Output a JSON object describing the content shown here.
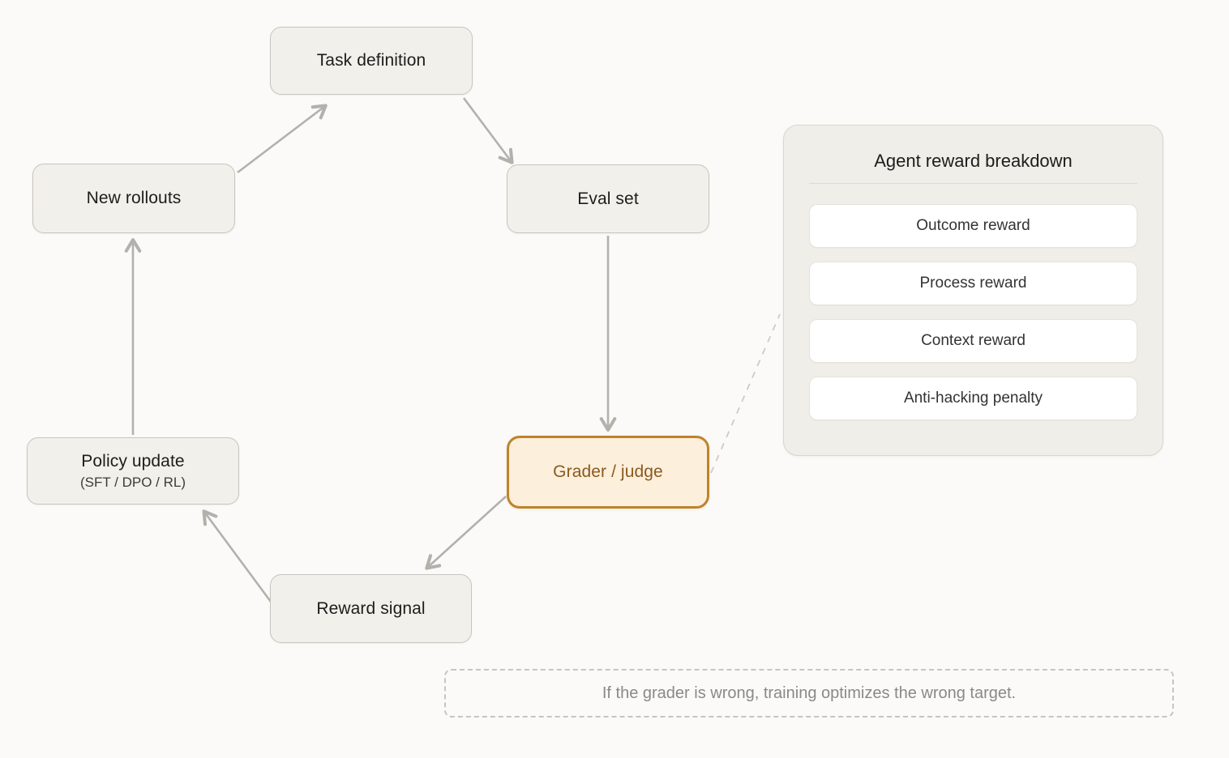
{
  "colors": {
    "background": "#fbfaf8",
    "node_fill": "#f1f0ea",
    "node_border": "#c7c5bf",
    "node_text": "#1d1d1c",
    "highlight_fill": "#fcefdc",
    "highlight_border": "#bf832c",
    "highlight_text": "#8a5a1d",
    "arrow": "#b3b1ac",
    "panel_fill": "#efeee8",
    "panel_item_fill": "#ffffff",
    "note_text": "#8b8984"
  },
  "diagram": {
    "nodes": {
      "task_definition": {
        "label": "Task definition"
      },
      "eval_set": {
        "label": "Eval set"
      },
      "grader_judge": {
        "label": "Grader / judge"
      },
      "reward_signal": {
        "label": "Reward signal"
      },
      "policy_update": {
        "label": "Policy update",
        "sublabel": "(SFT / DPO / RL)"
      },
      "new_rollouts": {
        "label": "New rollouts"
      }
    },
    "edges": [
      {
        "from": "new_rollouts",
        "to": "task_definition",
        "style": "solid-arrow"
      },
      {
        "from": "task_definition",
        "to": "eval_set",
        "style": "solid-arrow"
      },
      {
        "from": "eval_set",
        "to": "grader_judge",
        "style": "solid-arrow"
      },
      {
        "from": "grader_judge",
        "to": "reward_signal",
        "style": "solid-arrow"
      },
      {
        "from": "reward_signal",
        "to": "policy_update",
        "style": "solid-arrow"
      },
      {
        "from": "policy_update",
        "to": "new_rollouts",
        "style": "solid-arrow"
      },
      {
        "from": "grader_judge",
        "to": "agent_reward_panel",
        "style": "dashed"
      }
    ]
  },
  "panel": {
    "title": "Agent reward breakdown",
    "items": [
      {
        "label": "Outcome reward"
      },
      {
        "label": "Process reward"
      },
      {
        "label": "Context reward"
      },
      {
        "label": "Anti-hacking penalty"
      }
    ]
  },
  "note": {
    "text": "If the grader is wrong, training optimizes the wrong target."
  }
}
